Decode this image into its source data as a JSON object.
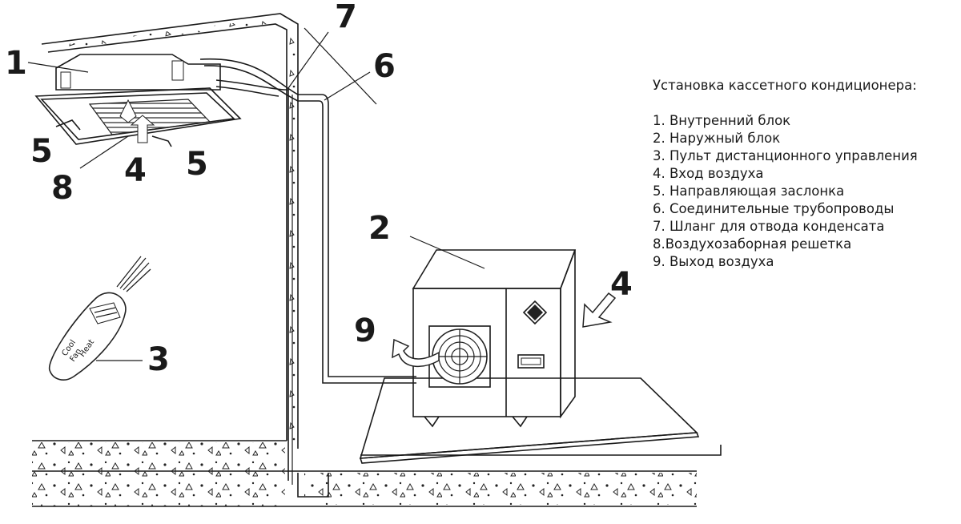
{
  "legend": {
    "title": "Установка кассетного кондиционера:",
    "items": [
      "1. Внутренний блок",
      "2. Наружный блок",
      "3. Пульт дистанционного управления",
      "4. Вход воздуха",
      "5. Направляющая заслонка",
      "6. Соединительные трубопроводы",
      "7. Шланг для отвода конденсата",
      "8.Воздухозаборная решетка",
      "9. Выход воздуха"
    ]
  },
  "callouts": {
    "n1": "1",
    "n2": "2",
    "n3": "3",
    "n4a": "4",
    "n4b": "4",
    "n5a": "5",
    "n5b": "5",
    "n6": "6",
    "n7": "7",
    "n8": "8",
    "n9": "9"
  },
  "remote_labels": [
    "Cool",
    "Fan",
    "Heat"
  ]
}
